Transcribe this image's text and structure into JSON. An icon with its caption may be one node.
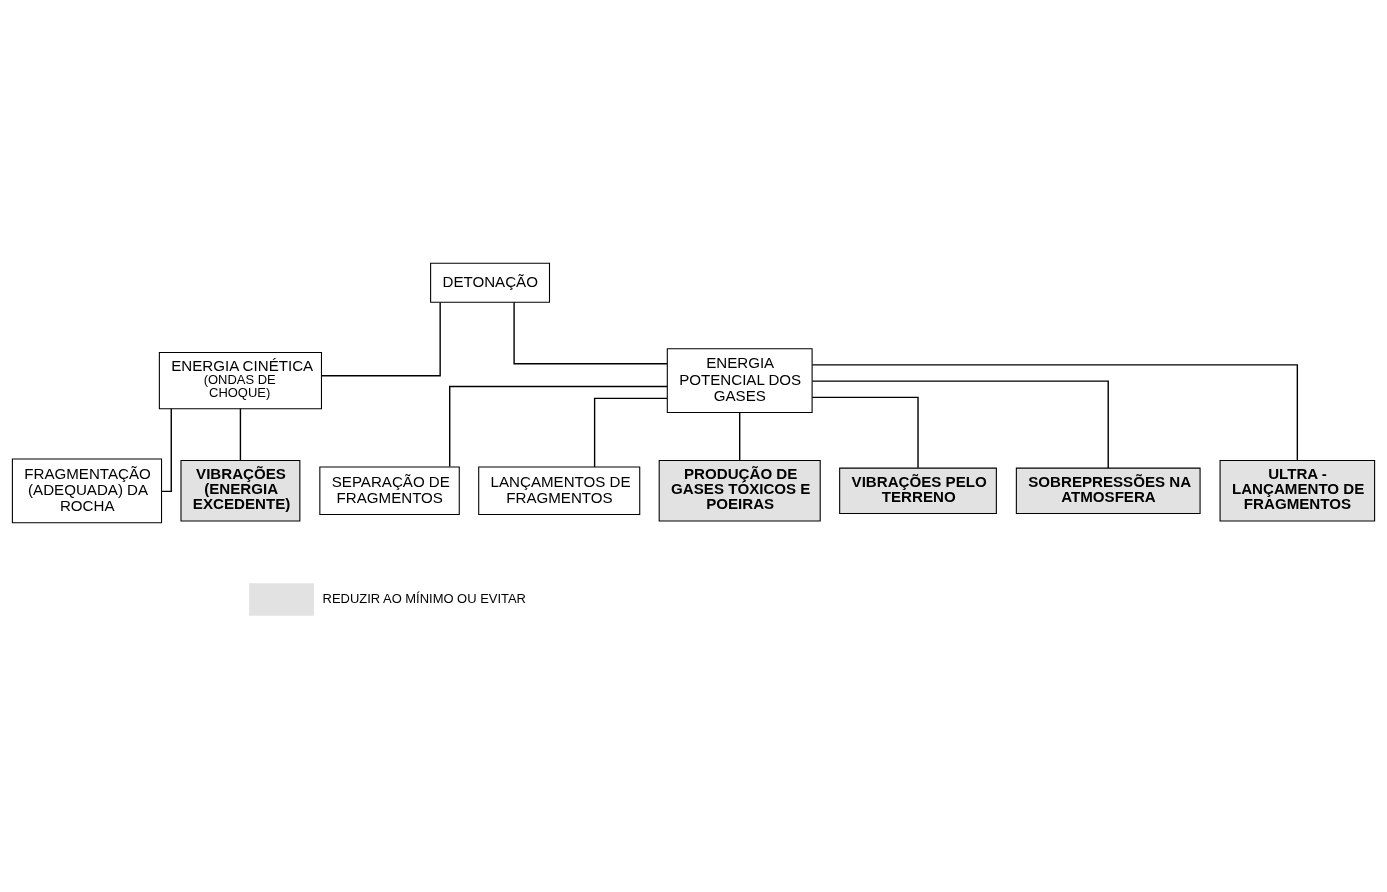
{
  "diagram": {
    "nodes": [
      {
        "text": [
          "DETONAÇÃO"
        ]
      },
      {
        "text": [
          "ENERGIA CINÉTICA",
          "(ONDAS DE CHOQUE)"
        ]
      },
      {
        "text": [
          "ENERGIA POTENCIAL DOS GASES"
        ]
      },
      {
        "text": [
          "FRAGMENTAÇÃO (ADEQUADA) DA ROCHA"
        ]
      },
      {
        "text": [
          "VIBRAÇÕES (ENERGIA EXCEDENTE)"
        ]
      },
      {
        "text": [
          "SEPARAÇÃO DE FRAGMENTOS"
        ]
      },
      {
        "text": [
          "LANÇAMENTOS DE FRAGMENTOS"
        ]
      },
      {
        "text": [
          "PRODUÇÃO DE GASES TÓXICOS E POEIRAS"
        ]
      },
      {
        "text": [
          "VIBRAÇÕES PELO TERRENO"
        ]
      },
      {
        "text": [
          "SOBREPRESSÕES NA ATMOSFERA"
        ]
      },
      {
        "text": [
          "ULTRA - LANÇAMENTO DE FRAGMENTOS"
        ]
      }
    ],
    "edges": [
      {
        "from": 0,
        "to": 1,
        "arrow": "none"
      },
      {
        "from": 0,
        "to": 2,
        "arrow": "none"
      },
      {
        "from": 1,
        "to": 3,
        "arrow": "none"
      },
      {
        "from": 1,
        "to": 4,
        "arrow": "none"
      },
      {
        "from": 2,
        "to": 5,
        "arrow": "none"
      },
      {
        "from": 2,
        "to": 6,
        "arrow": "none"
      },
      {
        "from": 2,
        "to": 7,
        "arrow": "none"
      },
      {
        "from": 2,
        "to": 8,
        "arrow": "none"
      },
      {
        "from": 2,
        "to": 9,
        "arrow": "none"
      },
      {
        "from": 2,
        "to": 10,
        "arrow": "none"
      }
    ],
    "legend": [
      {
        "text": "REDUZIR AO MÍNIMO OU EVITAR",
        "color": "#e2e2e2"
      }
    ]
  }
}
